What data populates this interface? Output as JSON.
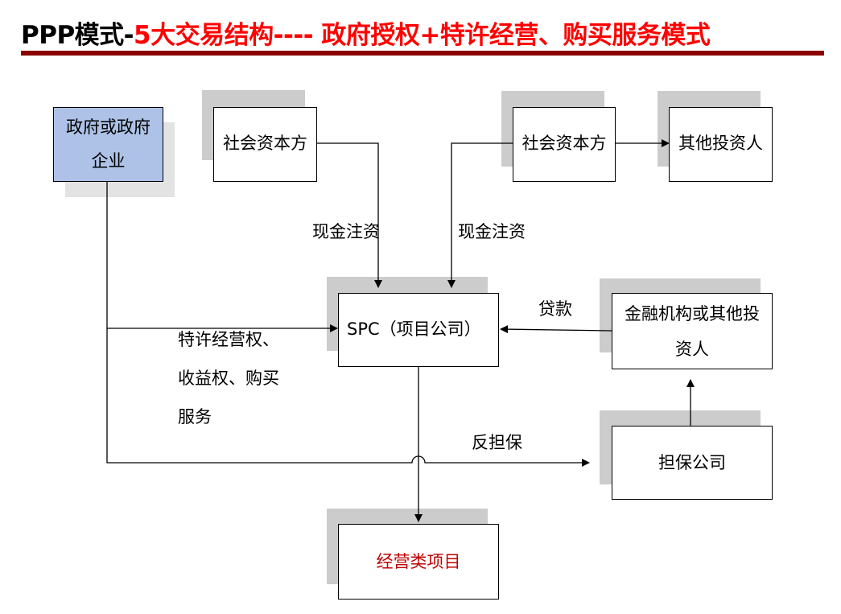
{
  "title": {
    "prefix": "PPP模式-",
    "main": "5大交易结构---- 政府授权+特许经营、购买服务模式"
  },
  "colors": {
    "title_red": "#ff0000",
    "rule": "#8b0000",
    "gov_fill": "#adc2e6",
    "project_text": "#c00000",
    "shadow": "#cccccc"
  },
  "nodes": {
    "government": {
      "line1": "政府或政府",
      "line2": "企业"
    },
    "social_capital_1": "社会资本方",
    "social_capital_2": "社会资本方",
    "other_investors": "其他投资人",
    "spc": "SPC（项目公司）",
    "financial": {
      "line1": "金融机构或其他投",
      "line2": "资人"
    },
    "guarantee": "担保公司",
    "project": "经营类项目"
  },
  "edge_labels": {
    "cash_injection_1": "现金注资",
    "cash_injection_2": "现金注资",
    "loan": "贷款",
    "rights": {
      "line1": "特许经营权、",
      "line2": "收益权、购买",
      "line3": "服务"
    },
    "counter_guarantee": "反担保"
  }
}
